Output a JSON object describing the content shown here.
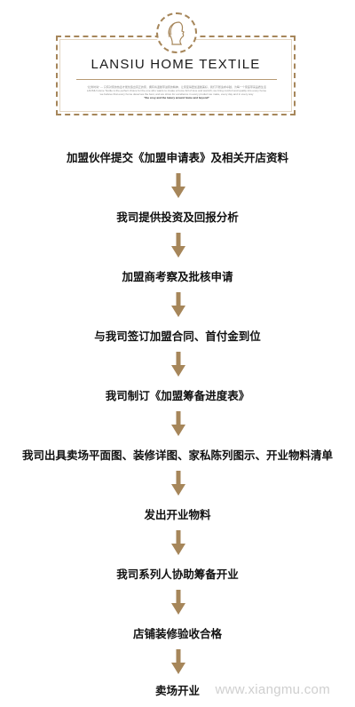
{
  "header": {
    "brand": "LANSIU HOME TEXTILE",
    "logo_icon": "woman-profile-logo-icon",
    "fine_print": [
      "“拦秀时尚” — 只有对家的热爱才能创造出真正的家，拥有将温馨带进家的精神，让家变得更加温馨美好，我们不断追求卓越，为每一个家庭带来品质生活",
      "LANSIU Home Textile is the perfect choice for the one who wants to create a home full of love and warmth; we bring comfort and quality into every home",
      "we believe that every home deserves the best, and we strive for excellence in every product we make, every day and in every way",
      "\"the cosy and the luxury around home and beyond\""
    ]
  },
  "flow": {
    "steps": [
      "加盟伙伴提交《加盟申请表》及相关开店资料",
      "我司提供投资及回报分析",
      "加盟商考察及批核申请",
      "与我司签订加盟合同、首付金到位",
      "我司制订《加盟筹备进度表》",
      "我司出具卖场平面图、装修详图、家私陈列图示、开业物料清单",
      "发出开业物料",
      "我司系列人协助筹备开业",
      "店铺装修验收合格",
      "卖场开业"
    ],
    "arrow_color": "#a6865a"
  },
  "watermark": "www.xiangmu.com"
}
